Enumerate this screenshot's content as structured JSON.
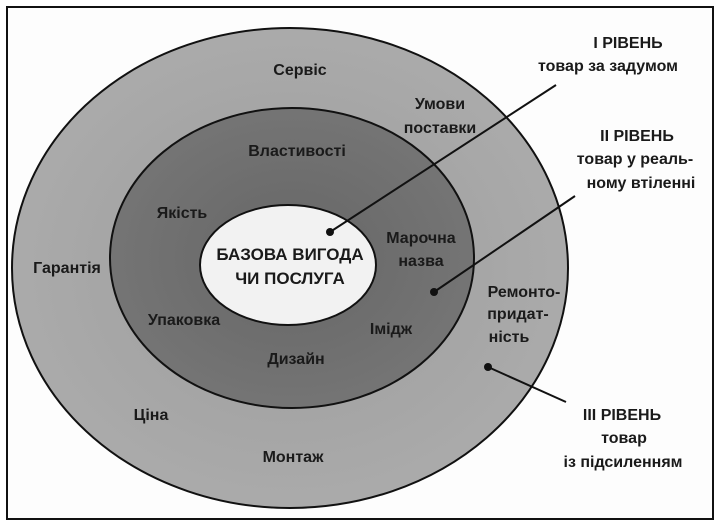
{
  "core": {
    "line1": "БАЗОВА ВИГОДА",
    "line2": "ЧИ ПОСЛУГА"
  },
  "actual_product": {
    "items": [
      "Властивості",
      "Якість",
      "Упаковка",
      "Дизайн",
      "Імідж"
    ],
    "brand": [
      "Марочна",
      "назва"
    ]
  },
  "augmented_product": {
    "items": [
      "Сервіс",
      "Гарантія",
      "Ціна",
      "Монтаж"
    ],
    "delivery": [
      "Умови",
      "поставки"
    ],
    "repair": [
      "Ремонто-",
      "придат-",
      "ність"
    ]
  },
  "levels": [
    {
      "title": "I РІВЕНЬ",
      "lines": [
        "товар за задумом"
      ]
    },
    {
      "title": "II РІВЕНЬ",
      "lines": [
        "товар у реаль-",
        "ному втіленні"
      ]
    },
    {
      "title": "III РІВЕНЬ",
      "lines": [
        "товар",
        "із підсиленням"
      ]
    }
  ],
  "colors": {
    "outer": "#a3a3a3",
    "middle": "#6e6e6e",
    "core": "#f2f2f2",
    "stroke": "#111111"
  }
}
